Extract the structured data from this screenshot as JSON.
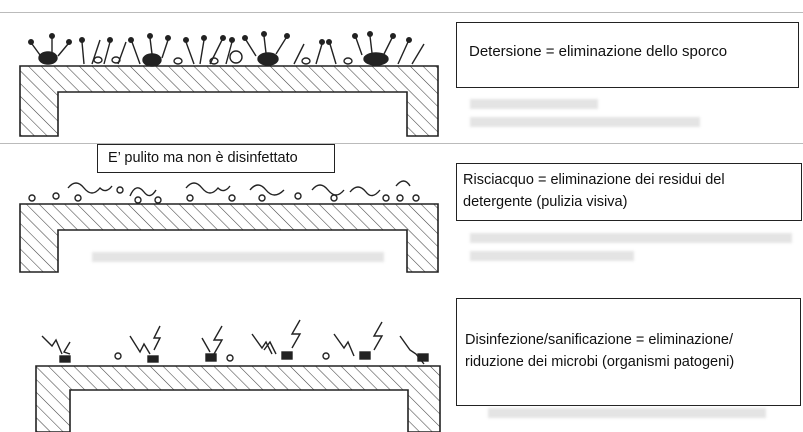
{
  "labels": {
    "detersione": "Detersione = eliminazione dello sporco",
    "risciacquo_line1": "Risciacquo = eliminazione dei residui del",
    "risciacquo_line2": "detergente (pulizia visiva)",
    "disinfezione_line1": "Disinfezione/sanificazione = eliminazione/",
    "disinfezione_line2": "riduzione dei microbi (organismi patogeni)",
    "pulito_note": "E’ pulito ma non è disinfettato"
  },
  "colors": {
    "ink": "#222222",
    "hatch": "#444444",
    "ghost_text": "#dcdcdc",
    "divider": "#bbbbbb"
  },
  "icons": {
    "dirt": "dirt-particle-icon",
    "residue": "residue-swirl-icon",
    "microbe": "microbe-lightning-icon"
  }
}
